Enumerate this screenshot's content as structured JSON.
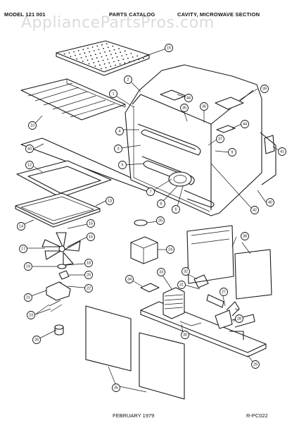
{
  "header": {
    "model": "MODEL 121 001",
    "catalog": "PARTS CATALOG",
    "section": "CAVITY, MICROWAVE SECTION"
  },
  "watermark": "AppliancePartsPros.com",
  "footer": {
    "date": "FEBRUARY 1979",
    "code": "R-PC022"
  },
  "callouts": [
    {
      "id": "c15",
      "label": "15"
    },
    {
      "id": "c2",
      "label": "2"
    },
    {
      "id": "c1",
      "label": "1"
    },
    {
      "id": "c44a",
      "label": "44"
    },
    {
      "id": "c39",
      "label": "39"
    },
    {
      "id": "c35",
      "label": "35"
    },
    {
      "id": "c36",
      "label": "36"
    },
    {
      "id": "c4",
      "label": "4"
    },
    {
      "id": "c3",
      "label": "3"
    },
    {
      "id": "c37",
      "label": "37"
    },
    {
      "id": "c44b",
      "label": "44"
    },
    {
      "id": "c9",
      "label": "9"
    },
    {
      "id": "c41",
      "label": "41"
    },
    {
      "id": "c5",
      "label": "5"
    },
    {
      "id": "c10",
      "label": "10"
    },
    {
      "id": "c43",
      "label": "43"
    },
    {
      "id": "c12",
      "label": "12"
    },
    {
      "id": "c7",
      "label": "7"
    },
    {
      "id": "c8",
      "label": "8"
    },
    {
      "id": "c6",
      "label": "6"
    },
    {
      "id": "c42",
      "label": "42"
    },
    {
      "id": "c40",
      "label": "40"
    },
    {
      "id": "c13",
      "label": "13"
    },
    {
      "id": "c14",
      "label": "14"
    },
    {
      "id": "c15b",
      "label": "15"
    },
    {
      "id": "c16",
      "label": "16"
    },
    {
      "id": "c17",
      "label": "17"
    },
    {
      "id": "c25",
      "label": "25"
    },
    {
      "id": "c38",
      "label": "38"
    },
    {
      "id": "c24",
      "label": "24"
    },
    {
      "id": "c19",
      "label": "19"
    },
    {
      "id": "c18",
      "label": "18"
    },
    {
      "id": "c20",
      "label": "20"
    },
    {
      "id": "c22",
      "label": "22"
    },
    {
      "id": "c21",
      "label": "21"
    },
    {
      "id": "c32",
      "label": "32"
    },
    {
      "id": "c33",
      "label": "33"
    },
    {
      "id": "c34",
      "label": "34"
    },
    {
      "id": "c31",
      "label": "31"
    },
    {
      "id": "c27",
      "label": "27"
    },
    {
      "id": "c23",
      "label": "23"
    },
    {
      "id": "c26",
      "label": "26"
    },
    {
      "id": "c28",
      "label": "28"
    },
    {
      "id": "c30",
      "label": "30"
    },
    {
      "id": "c29",
      "label": "29"
    },
    {
      "id": "c35b",
      "label": "35"
    }
  ]
}
